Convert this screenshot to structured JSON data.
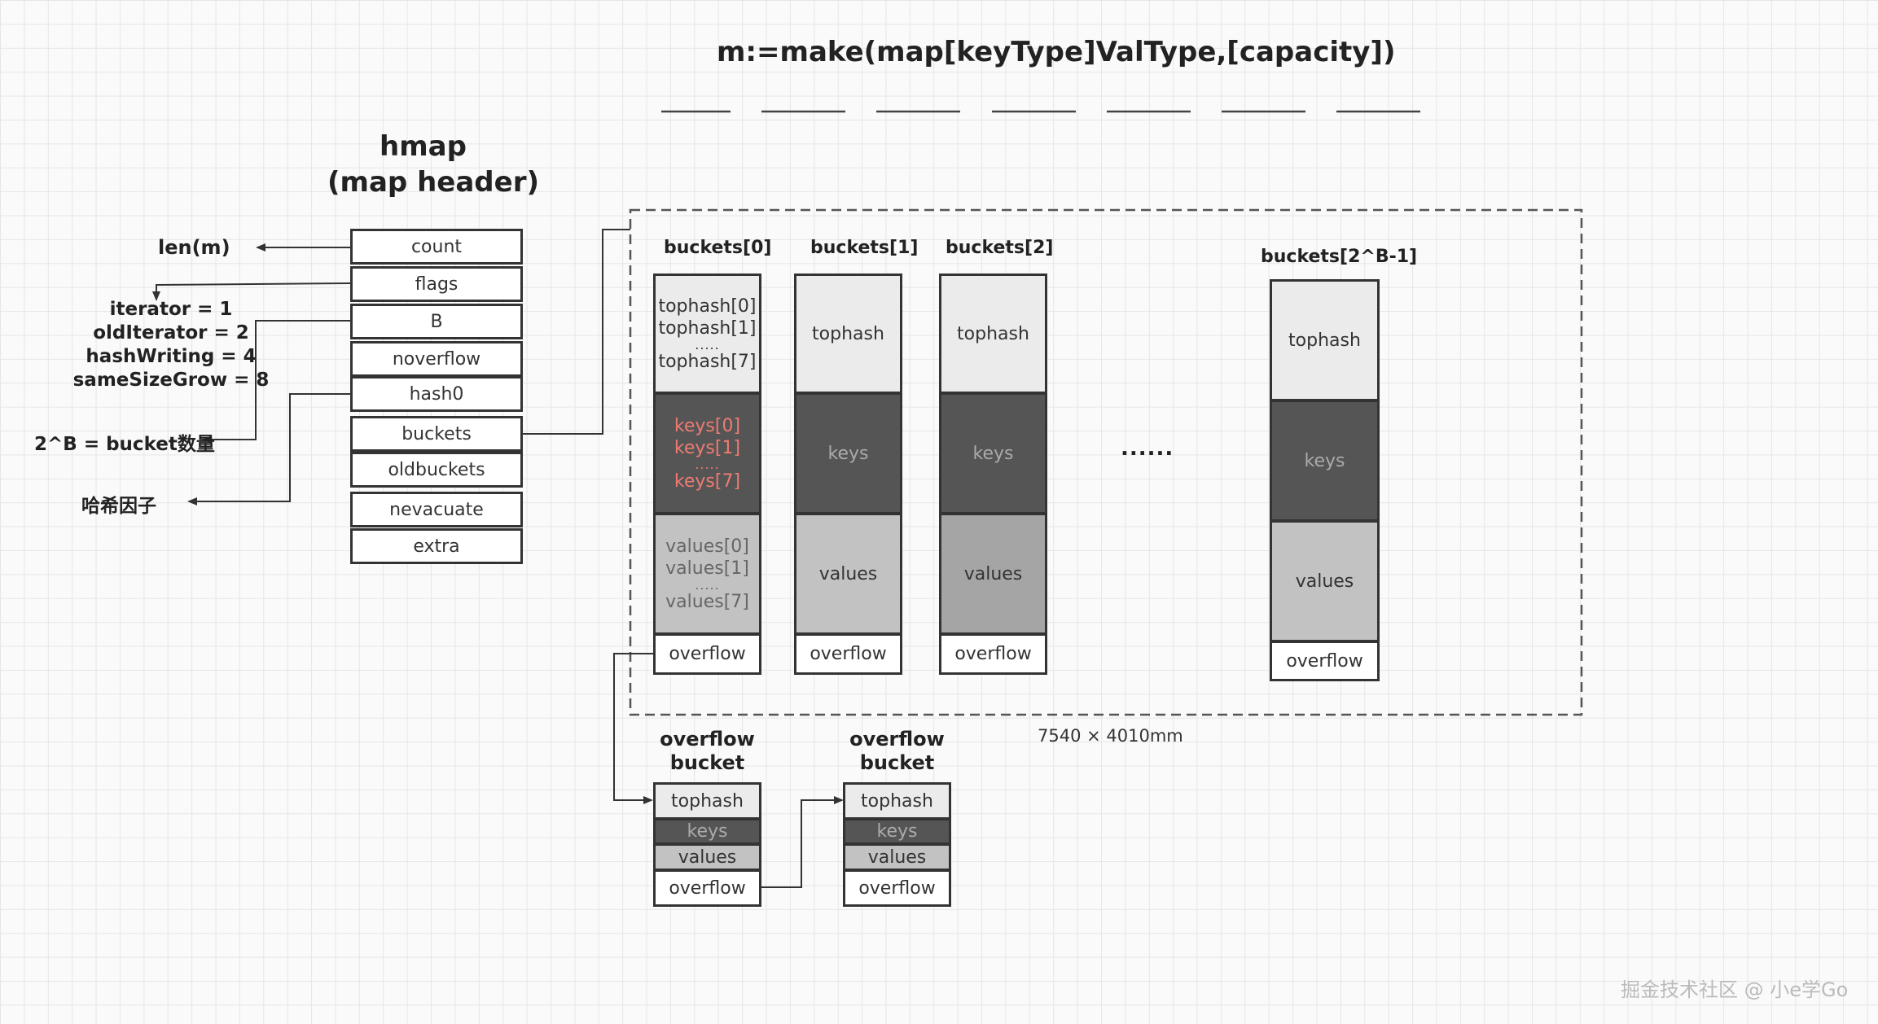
{
  "title": "m:=make(map[keyType]ValType,[capacity])",
  "hmap": {
    "title_line1": "hmap",
    "title_line2": "(map header)",
    "fields": [
      "count",
      "flags",
      "B",
      "noverflow",
      "hash0",
      "buckets",
      "oldbuckets",
      "nevacuate",
      "extra"
    ]
  },
  "left_labels": {
    "len": "len(m)",
    "flags_values": [
      "iterator = 1",
      "oldIterator = 2",
      "hashWriting = 4",
      "sameSizeGrow = 8"
    ],
    "bucket_count": "2^B = bucket数量",
    "hash_factor": "哈希因子"
  },
  "buckets": {
    "b0": {
      "name": "buckets[0]",
      "tophash_lines": [
        "tophash[0]",
        "tophash[1]",
        ".....",
        "tophash[7]"
      ],
      "keys_lines": [
        "keys[0]",
        "keys[1]",
        ".....",
        "keys[7]"
      ],
      "values_lines": [
        "values[0]",
        "values[1]",
        ".....",
        "values[7]"
      ],
      "overflow": "overflow"
    },
    "b1": {
      "name": "buckets[1]",
      "tophash": "tophash",
      "keys": "keys",
      "values": "values",
      "overflow": "overflow"
    },
    "b2": {
      "name": "buckets[2]",
      "tophash": "tophash",
      "keys": "keys",
      "values": "values",
      "overflow": "overflow"
    },
    "bn": {
      "name": "buckets[2^B-1]",
      "tophash": "tophash",
      "keys": "keys",
      "values": "values",
      "overflow": "overflow"
    },
    "ellipsis": "......"
  },
  "overflow_buckets": [
    {
      "title_line1": "overflow",
      "title_line2": "bucket",
      "tophash": "tophash",
      "keys": "keys",
      "values": "values",
      "overflow": "overflow"
    },
    {
      "title_line1": "overflow",
      "title_line2": "bucket",
      "tophash": "tophash",
      "keys": "keys",
      "values": "values",
      "overflow": "overflow"
    }
  ],
  "dimension_label": "7540 × 4010mm",
  "watermark": "掘金技术社区 @ 小e学Go",
  "colors": {
    "tophash_bg": "#ebebeb",
    "keys_bg": "#555555",
    "values_bg": "#c2c2c2",
    "values_bg_dark": "#a5a5a5",
    "keys_red": "#ee7b70",
    "border": "#333333"
  }
}
